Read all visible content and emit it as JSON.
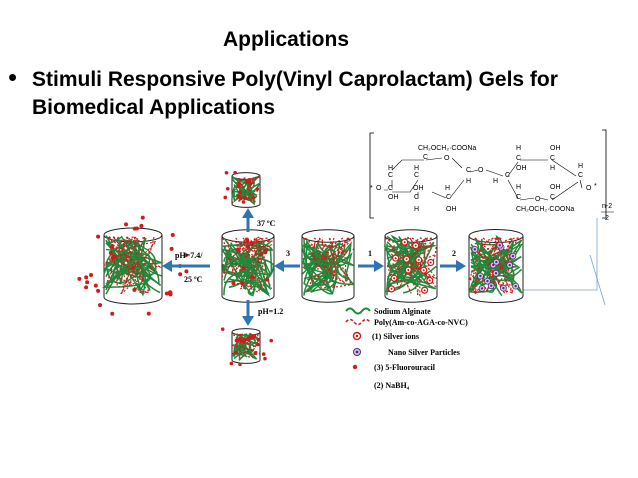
{
  "slide": {
    "title": "Applications",
    "bullet": "Stimuli Responsive Poly(Vinyl Caprolactam) Gels for Biomedical Applications"
  },
  "figure": {
    "steps": {
      "step1": "1",
      "step2": "2",
      "step3": "3"
    },
    "conditions": {
      "temp": "37 ºC",
      "ph_neutral": "pH=7.4/",
      "temp_low": "25 ºC",
      "ph_acid": "pH=1.2"
    },
    "legend": [
      {
        "symbol": "wave-green",
        "label": "Sodium Alginate"
      },
      {
        "symbol": "wave-red-dashed",
        "label": "Poly(Am-co-AGA-co-NVC)"
      },
      {
        "symbol": "ring-red",
        "label": "(1) Silver ions"
      },
      {
        "symbol": "ring-purple",
        "label": "Nano Silver Particles"
      },
      {
        "symbol": "dot-red",
        "label": "(3) 5-Fluorouracil"
      },
      {
        "symbol": "none",
        "label": "(2) NaBH₄"
      }
    ],
    "structure": {
      "top_left": "CH₂OCH₂·COONa",
      "top_mid_h": "H",
      "top_mid_oh": "OH",
      "bottom_right": "CH₂OCH₂·COONa",
      "O": "O",
      "C": "C",
      "H": "H",
      "OH": "OH",
      "n_top": "n-2",
      "n_bottom": "2",
      "bond_left": "*",
      "bond_right": "*"
    }
  },
  "colors": {
    "gel_green": "#1f8a3a",
    "gel_red": "#d11a1a",
    "arrow_blue": "#2f74b5",
    "silver_purple": "#5a2a7a"
  }
}
